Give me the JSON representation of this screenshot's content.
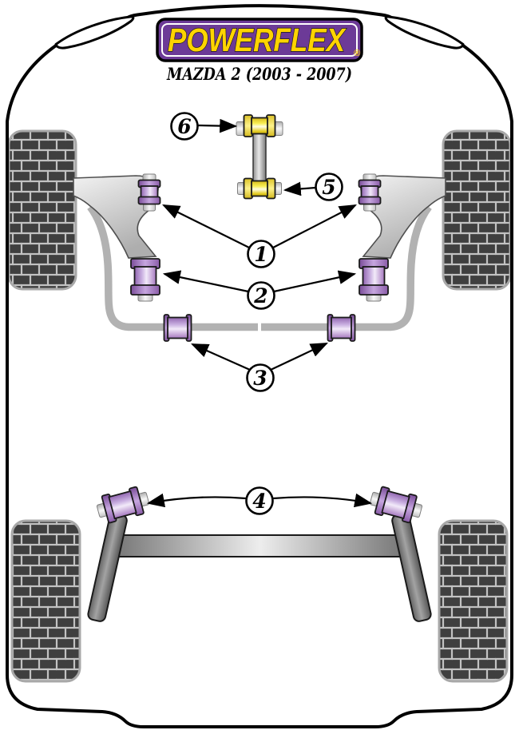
{
  "brand": {
    "logo_text": "POWERFLEX",
    "registered_mark": "®",
    "logo_colors": {
      "background": "#6C3A97",
      "text": "#FFD400",
      "inner_border": "#FFFFFF",
      "outer_border": "#000000"
    }
  },
  "title": "MAZDA 2 (2003 - 2007)",
  "diagram": {
    "view": "vehicle-underside-schematic",
    "callouts": [
      {
        "number": "1",
        "points_to": "front-arm-front-bushing",
        "arrow_count": 2
      },
      {
        "number": "2",
        "points_to": "front-arm-rear-bushing",
        "arrow_count": 2
      },
      {
        "number": "3",
        "points_to": "front-anti-roll-bar-bushing",
        "arrow_count": 2
      },
      {
        "number": "4",
        "points_to": "rear-beam-mounting-bushing",
        "arrow_count": 2
      },
      {
        "number": "5",
        "points_to": "lower-engine-mount-bushing",
        "arrow_count": 1
      },
      {
        "number": "6",
        "points_to": "upper-engine-mount-bushing",
        "arrow_count": 1
      }
    ],
    "colors": {
      "bushing_purple": "#8A5CA8",
      "bushing_purple_light": "#DCC9EE",
      "bushing_yellow": "#F5E32B",
      "metal_gray": "#B2B2B2",
      "dark_metal": "#6E6E6E",
      "tire": "#3F3F3F",
      "tread": "#C2C2C2",
      "outline": "#000000"
    }
  }
}
